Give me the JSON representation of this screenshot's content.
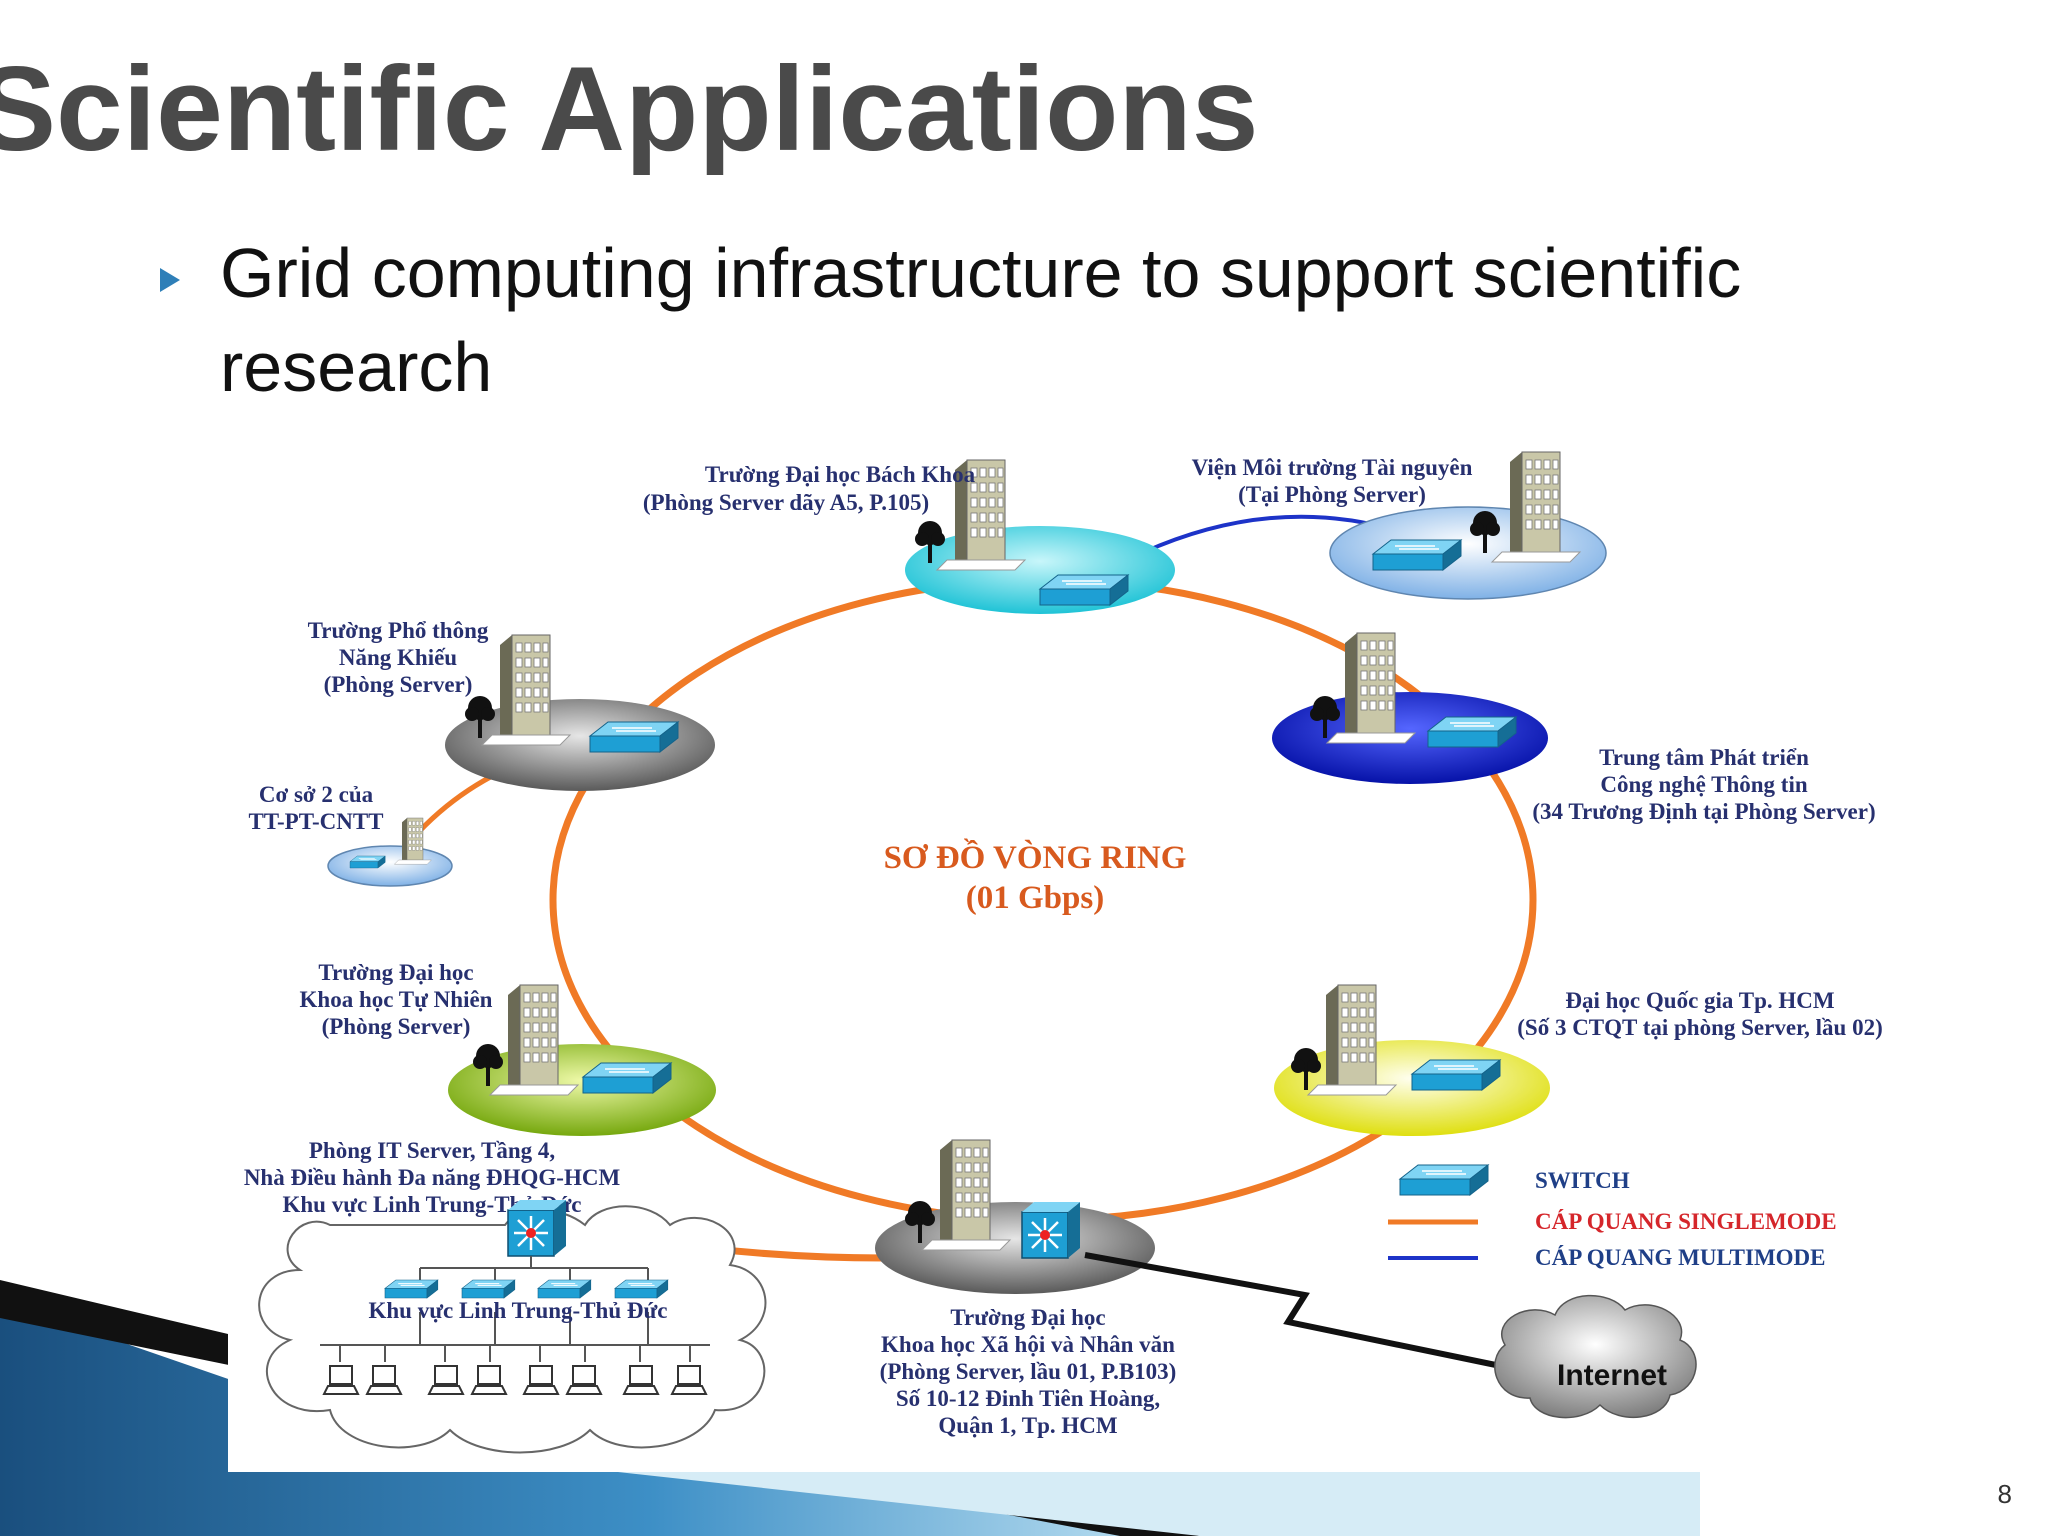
{
  "slide": {
    "title": "Scientific Applications",
    "bullet": "Grid computing infrastructure to support scientific research",
    "page_number": "8"
  },
  "diagram": {
    "center_title": "SƠ ĐỒ VÒNG RING",
    "center_subtitle": "(01 Gbps)",
    "nodes": {
      "bach_khoa": [
        "Trường Đại học Bách Khoa",
        "(Phòng Server dãy A5, P.105)"
      ],
      "moi_truong": [
        "Viện Môi trường Tài nguyên",
        "(Tại Phòng Server)"
      ],
      "pho_thong": [
        "Trường Phổ thông",
        "Năng Khiếu",
        "(Phòng Server)"
      ],
      "co_so_2": [
        "Cơ sở 2 của",
        "TT-PT-CNTT"
      ],
      "trung_tam": [
        "Trung tâm Phát triển",
        "Công nghệ Thông tin",
        "(34 Trương Định tại Phòng Server)"
      ],
      "tu_nhien": [
        "Trường Đại học",
        "Khoa học Tự Nhiên",
        "(Phòng Server)"
      ],
      "quoc_gia": [
        "Đại học Quốc gia Tp. HCM",
        "(Số 3 CTQT tại phòng Server, lầu 02)"
      ],
      "phong_it": [
        "Phòng IT Server, Tầng 4,",
        "Nhà Điều hành Đa năng ĐHQG-HCM",
        "Khu vực Linh Trung-Thủ Đức"
      ],
      "xa_hoi": [
        "Trường Đại học",
        "Khoa học Xã hội và Nhân văn",
        "(Phòng Server, lầu 01, P.B103)",
        "Số 10-12 Đinh Tiên Hoàng,",
        "Quận 1, Tp. HCM"
      ]
    },
    "cloud_area": "Khu vực Linh Trung-Thủ Đức",
    "internet": "Internet",
    "legend": {
      "switch": "SWITCH",
      "singlemode": "CÁP QUANG SINGLEMODE",
      "multimode": "CÁP QUANG MULTIMODE"
    },
    "colors": {
      "ring": "#f07a26",
      "multimode": "#1d33c8",
      "bachkhoa_disc": "#2ec9d8",
      "moitruong_disc": "#9cc3ea",
      "phothong_disc": "#a8a8a8",
      "trungtam_disc": "#1020c8",
      "tunhien_disc": "#a4cc1e",
      "quocgia_disc": "#e4e41a",
      "xahoi_disc": "#a8a8a8",
      "switch": "#2aa3d6"
    }
  }
}
